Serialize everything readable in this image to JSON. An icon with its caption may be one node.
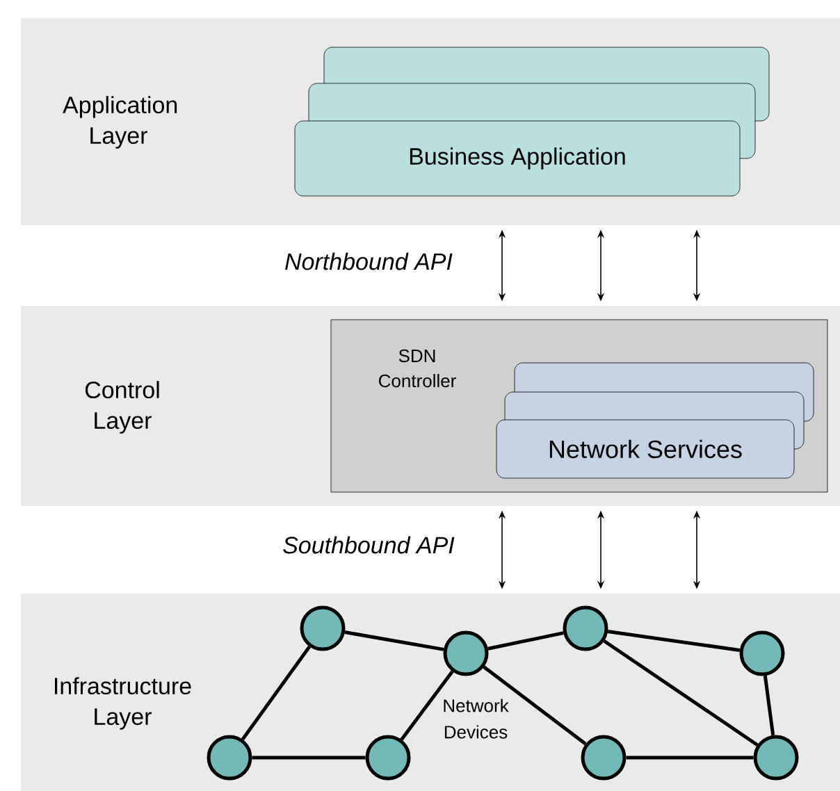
{
  "diagram": {
    "nodes": [
      {
        "text": [
          "Application Layer"
        ]
      },
      {
        "text": [],
        "shape": "box",
        "in": 0
      },
      {
        "text": [],
        "shape": "box",
        "in": 0
      },
      {
        "text": [
          "Business Application"
        ],
        "in": 0
      },
      {
        "text": [
          "Control Layer"
        ]
      },
      {
        "text": [
          "SDN Controller"
        ],
        "in": 4
      },
      {
        "text": [],
        "shape": "box",
        "in": 5
      },
      {
        "text": [],
        "shape": "box",
        "in": 5
      },
      {
        "text": [
          "Network Services"
        ],
        "in": 5
      },
      {
        "text": [
          "Infrastructure Layer"
        ]
      },
      {
        "text": [],
        "shape": "circle",
        "in": 9
      },
      {
        "text": [],
        "shape": "circle",
        "in": 9
      },
      {
        "text": [],
        "shape": "circle",
        "in": 9
      },
      {
        "text": [],
        "shape": "circle",
        "in": 9
      },
      {
        "text": [],
        "shape": "circle",
        "in": 9
      },
      {
        "text": [],
        "shape": "circle",
        "in": 9
      },
      {
        "text": [],
        "shape": "circle",
        "in": 9
      },
      {
        "text": [],
        "shape": "circle",
        "in": 9
      }
    ],
    "edges": [
      {
        "from": 0,
        "to": 4,
        "arrow": "both"
      },
      {
        "from": 0,
        "to": 4,
        "arrow": "both"
      },
      {
        "from": 0,
        "to": 4,
        "arrow": "both"
      },
      {
        "from": 4,
        "to": 9,
        "arrow": "both"
      },
      {
        "from": 4,
        "to": 9,
        "arrow": "both"
      },
      {
        "from": 4,
        "to": 9,
        "arrow": "both"
      },
      {
        "from": 10,
        "to": 11,
        "arrow": "none"
      },
      {
        "from": 10,
        "to": 12,
        "arrow": "none"
      },
      {
        "from": 11,
        "to": 13,
        "arrow": "none"
      },
      {
        "from": 12,
        "to": 13,
        "arrow": "none"
      },
      {
        "from": 13,
        "to": 14,
        "arrow": "none"
      },
      {
        "from": 13,
        "to": 15,
        "arrow": "none"
      },
      {
        "from": 14,
        "to": 16,
        "arrow": "none"
      },
      {
        "from": 14,
        "to": 17,
        "arrow": "none"
      },
      {
        "from": 16,
        "to": 17,
        "arrow": "none"
      },
      {
        "from": 15,
        "to": 17,
        "arrow": "none"
      }
    ],
    "labels": [
      "Northbound API",
      "Southbound API",
      "Network Devices"
    ]
  }
}
